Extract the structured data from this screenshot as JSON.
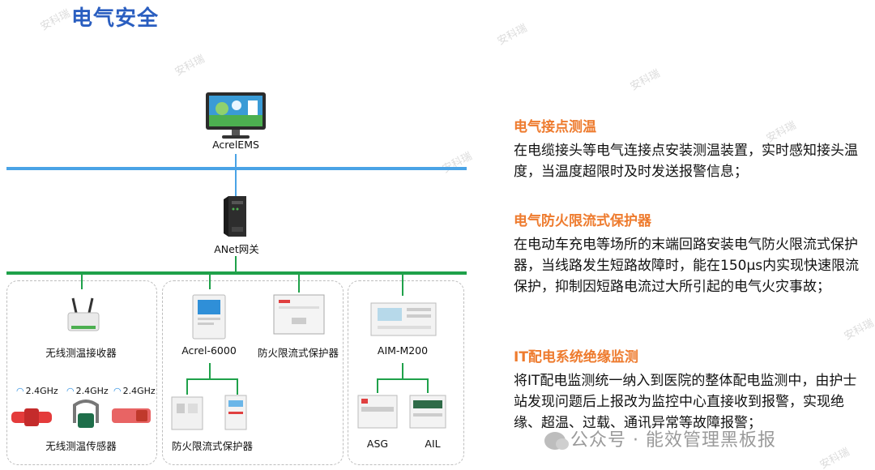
{
  "page_title": "电气安全",
  "watermark": "安科瑞",
  "diagram": {
    "top_node": "AcrelEMS",
    "gateway": "ANet网关",
    "group1": {
      "receiver": "无线测温接收器",
      "freq_labels": [
        "2.4GHz",
        "2.4GHz",
        "2.4GHz"
      ],
      "sensors": "无线测温传感器"
    },
    "group2": {
      "main_device": "Acrel-6000",
      "protector_top": "防火限流式保护器",
      "protector_bottom": "防火限流式保护器"
    },
    "group3": {
      "main_device": "AIM-M200",
      "sub_left": "ASG",
      "sub_right": "AIL"
    }
  },
  "sections": [
    {
      "heading": "电气接点测温",
      "body": "在电缆接头等电气连接点安装测温装置，实时感知接头温度，当温度超限时及时发送报警信息；"
    },
    {
      "heading": "电气防火限流式保护器",
      "body": "在电动车充电等场所的末端回路安装电气防火限流式保护器，当线路发生短路故障时，能在150μs内实现快速限流保护，抑制因短路电流过大所引起的电气火灾事故；"
    },
    {
      "heading": "IT配电系统绝缘监测",
      "body": "将IT配电监测统一纳入到医院的整体配电监测中，由护士站发现问题后上报改为监控中心直接收到报警，实现绝缘、超温、过载、通讯异常等故障报警；"
    }
  ],
  "footer": "公众号 · 能效管理黑板报",
  "colors": {
    "title": "#2a5ec0",
    "heading": "#ee7b2e",
    "bus_top": "#4aa3e6",
    "bus_bottom": "#1fa14a"
  }
}
